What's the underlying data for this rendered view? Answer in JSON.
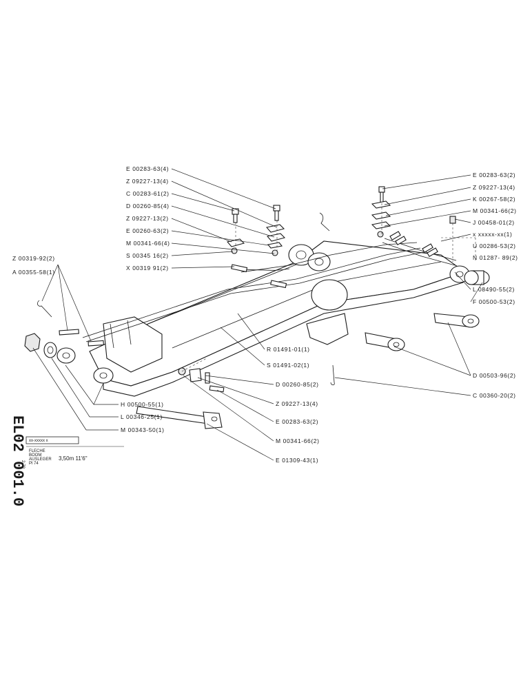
{
  "drawing_code": "EL02 001.0",
  "date_code": "2-79",
  "title_block": {
    "ref": "xx-xxxxx x",
    "line1": "FLECHE",
    "line2": "BOOM",
    "line3": "AUSLEGER",
    "line4": "Pl  74",
    "size": "3,50m  11'6\""
  },
  "labels": [
    "E 00283-63(4)",
    "Z 09227-13(4)",
    "C 00283-61(2)",
    "D 00260-85(4)",
    "Z 09227-13(2)",
    "E 00260-63(2)",
    "M 00341-66(4)",
    "S 00345 16(2)",
    "X 00319 91(2)",
    "Z 00319-92(2)",
    "A 00355-58(1)",
    "E 00283-63(2)",
    "Z 09227-13(4)",
    "K 00267-58(2)",
    "M 00341-66(2)",
    "J 00458-01(2)",
    "x xxxxx-xx(1)",
    "U 00286-53(2)",
    "N 01287- 89(2)",
    "L 08490-55(2)",
    "F 00500-53(2)",
    "R 01491-01(1)",
    "S 01491-02(1)",
    "D 00260-85(2)",
    "Z 09227-13(4)",
    "E 00283-63(2)",
    "M 00341-66(2)",
    "E 01309-43(1)",
    "D 00503-96(2)",
    "C 00360-20(2)",
    "H 00500-55(1)",
    "L 00346-25(1)",
    "M 00343-50(1)"
  ]
}
